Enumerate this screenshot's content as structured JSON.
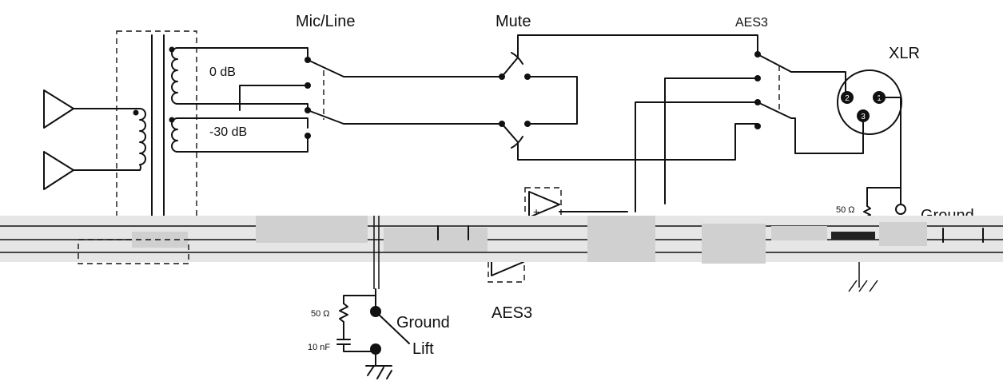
{
  "labels": {
    "mic_line": "Mic/Line",
    "mute": "Mute",
    "aes3_top": "AES3",
    "xlr": "XLR",
    "gain_0db": "0 dB",
    "gain_minus30db": "-30 dB",
    "r_right": "50 Ω",
    "ground_right": "Ground",
    "aes3_bottom": "AES3",
    "r_bottom": "50 Ω",
    "c_bottom": "10 nF",
    "ground_bottom_1": "Ground",
    "ground_bottom_2": "Lift"
  },
  "xlr_pins": [
    "1",
    "2",
    "3"
  ]
}
